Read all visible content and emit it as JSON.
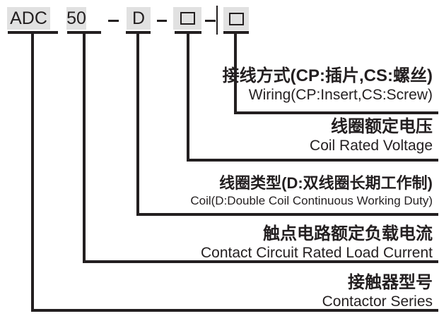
{
  "colors": {
    "ink": "#231f20",
    "box-bg": "#e1e1e1",
    "page-bg": "#ffffff"
  },
  "model_code": {
    "tokens": [
      {
        "kind": "text",
        "label": "ADC"
      },
      {
        "kind": "text",
        "label": "50"
      },
      {
        "kind": "dash",
        "label": "–"
      },
      {
        "kind": "text",
        "label": "D"
      },
      {
        "kind": "dash",
        "label": "–"
      },
      {
        "kind": "placeholder",
        "label": "□"
      },
      {
        "kind": "dash",
        "label": "–"
      },
      {
        "kind": "placeholder",
        "label": "□"
      }
    ]
  },
  "legend": [
    {
      "cn": "接线方式(CP:插片,CS:螺丝)",
      "en": "Wiring(CP:Insert,CS:Screw)"
    },
    {
      "cn": "线圈额定电压",
      "en": "Coil Rated Voltage"
    },
    {
      "cn": "线圈类型(D:双线圈长期工作制)",
      "en": "Coil(D:Double Coil Continuous Working Duty)"
    },
    {
      "cn": "触点电路额定负载电流",
      "en": "Contact Circuit Rated Load Current"
    },
    {
      "cn": "接触器型号",
      "en": "Contactor Series"
    }
  ]
}
